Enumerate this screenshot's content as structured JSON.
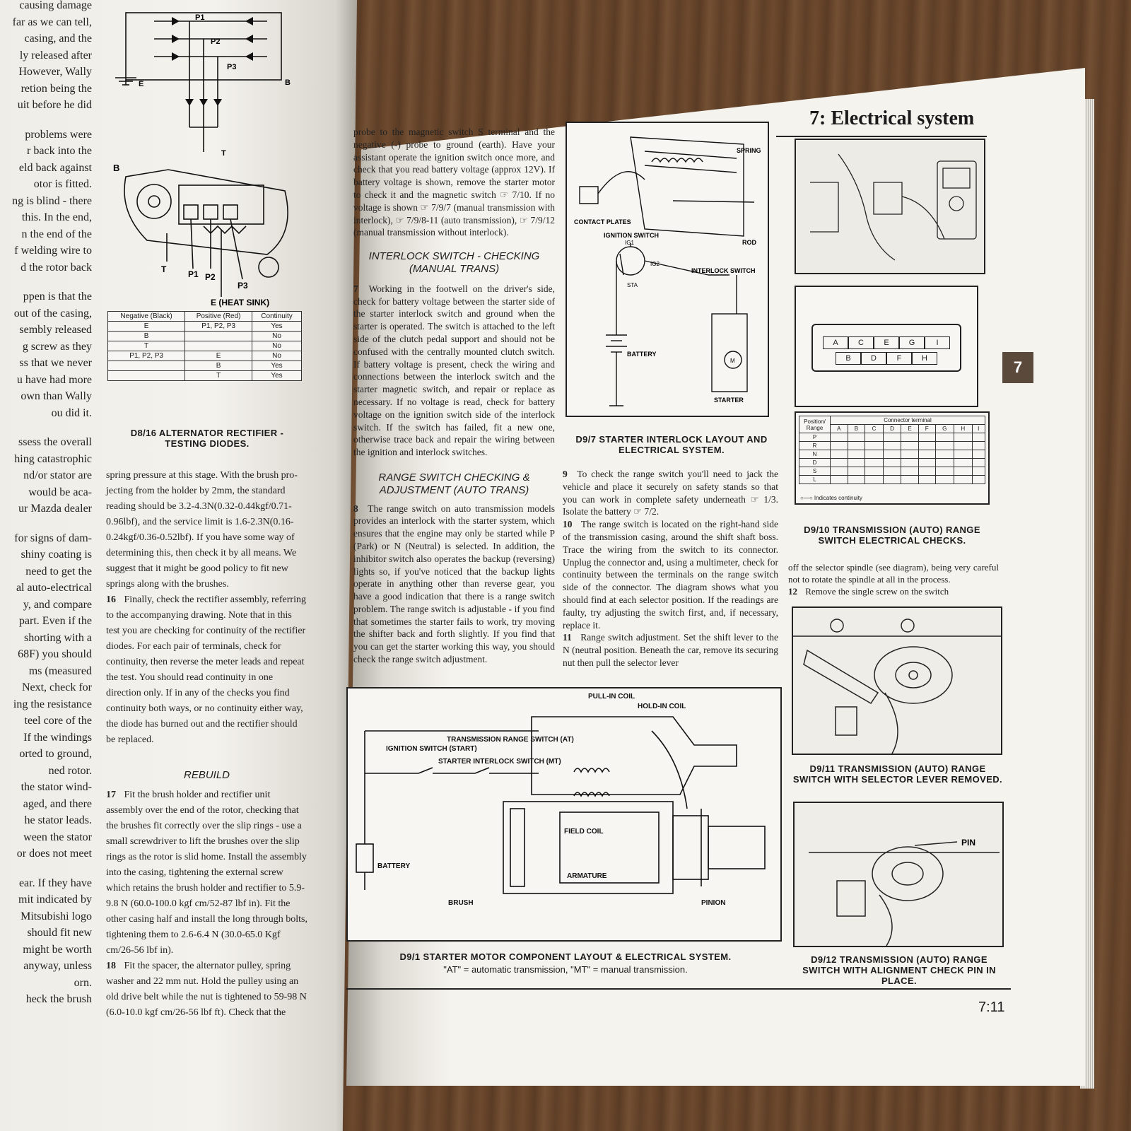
{
  "header": {
    "chapter_title": "7: Electrical system",
    "tab_number": "7",
    "page_number": "7:11"
  },
  "left_page": {
    "edge_column": [
      "causing damage",
      "far as we can tell,",
      "casing, and the",
      "ly released after",
      "However, Wally",
      "retion being the",
      "uit before he did",
      "problems were",
      "r back into the",
      "eld back against",
      "otor is fitted.",
      "ng is blind - there",
      "this. In the end,",
      "n the end of the",
      "f welding wire to",
      "d the rotor back",
      "ppen is that the",
      "out of the casing,",
      "sembly released",
      "g screw as they",
      "ss that we never",
      "u have had more",
      "own than Wally",
      "ou did it.",
      "ssess the overall",
      "hing catastrophic",
      "nd/or stator are",
      "would be aca-",
      "ur Mazda dealer",
      "for signs of dam-",
      "shiny coating is",
      "need to get the",
      "al auto-electrical",
      "y, and compare",
      "part. Even if the",
      "shorting with a",
      "68F) you should",
      "ms (measured",
      "Next, check for",
      "ing the resistance",
      "teel core of the",
      "If the windings",
      "orted to ground,",
      "ned rotor.",
      "the stator wind-",
      "aged, and there",
      "he stator leads.",
      "ween the stator",
      "or does not meet",
      "ear. If they have",
      "mit indicated by",
      "Mitsubishi logo",
      "should fit new",
      "might be worth",
      "anyway, unless",
      "orn.",
      "heck the brush"
    ],
    "figure_d8_16": {
      "labels": {
        "p1": "P1",
        "p2": "P2",
        "p3": "P3",
        "b": "B",
        "e": "E",
        "t": "T",
        "heat_sink": "E (HEAT SINK)"
      },
      "table_headers": [
        "Negative (Black)",
        "Positive (Red)",
        "Continuity"
      ],
      "table_rows": [
        [
          "E",
          "P1, P2, P3",
          "Yes"
        ],
        [
          "B",
          "",
          "No"
        ],
        [
          "T",
          "",
          "No"
        ],
        [
          "P1, P2, P3",
          "E",
          "No"
        ],
        [
          "",
          "B",
          "Yes"
        ],
        [
          "",
          "T",
          "Yes"
        ]
      ],
      "caption": "D8/16 Alternator rectifier - testing diodes."
    },
    "main_text": [
      "spring pressure at this stage. With the brush pro-",
      "jecting from the holder by 2mm, the standard",
      "reading should be 3.2-4.3N(0.32-0.44kgf/0.71-",
      "0.96lbf), and the service limit is 1.6-2.3N(0.16-",
      "0.24kgf/0.36-0.52lbf). If you have some way of",
      "determining this, then check it by all means. We",
      "suggest that it might be good policy to fit new",
      "springs along with the brushes."
    ],
    "para16": {
      "num": "16",
      "text": "Finally, check the rectifier assembly, referring to the accompanying drawing. Note that in this test you are checking for continuity of the rectifier diodes. For each pair of terminals, check for continuity, then reverse the meter leads and repeat the test. You should read continuity in one direction only. If in any of the checks you find continuity both ways, or no continuity either way, the diode has burned out and the rectifier should be replaced."
    },
    "rebuild_heading": "REBUILD",
    "para17": {
      "num": "17",
      "text": "Fit the brush holder and rectifier unit assembly over the end of the rotor, checking that the brushes fit correctly over the slip rings - use a small screwdriver to lift the brushes over the slip rings as the rotor is slid home. Install the assembly into the casing, tightening the external screw which retains the brush holder and rectifier to 5.9-9.8 N (60.0-100.0 kgf cm/52-87 lbf in). Fit the other casing half and install the long through bolts, tightening them to 2.6-6.4 N (30.0-65.0 Kgf cm/26-56 lbf in)."
    },
    "para18": {
      "num": "18",
      "text": "Fit the spacer, the alternator pulley, spring washer and 22 mm nut. Hold the pulley using an old drive belt while the nut is tightened to 59-98 N (6.0-10.0 kgf cm/26-56 lbf ft). Check that the"
    }
  },
  "right_page": {
    "col1_top": "probe to the magnetic switch S terminal and the negative (-) probe to ground (earth). Have your assistant operate the ignition switch once more, and check that you read battery voltage (approx 12V). If battery voltage is shown, remove the starter motor to check it and the magnetic switch ☞ 7/10. If no voltage is shown ☞ 7/9/7 (manual transmission with interlock), ☞ 7/9/8-11 (auto transmission), ☞ 7/9/12 (manual transmission without interlock).",
    "heading_interlock": "Interlock switch - checking (manual trans)",
    "para7": {
      "num": "7",
      "text": "Working in the footwell on the driver's side, check for battery voltage between the starter side of the starter interlock switch and ground when the starter is operated. The switch is attached to the left side of the clutch pedal support and should not be confused with the centrally mounted clutch switch. If battery voltage is present, check the wiring and connections between the interlock switch and the starter magnetic switch, and repair or replace as necessary. If no voltage is read, check for battery voltage on the ignition switch side of the interlock switch. If the switch has failed, fit a new one, otherwise trace back and repair the wiring between the ignition and interlock switches."
    },
    "heading_range": "Range switch checking & adjustment (auto trans)",
    "para8": {
      "num": "8",
      "text": "The range switch on auto transmission models provides an interlock with the starter system, which ensures that the engine may only be started while P (Park) or N (Neutral) is selected. In addition, the inhibitor switch also operates the backup (reversing) lights so, if you've noticed that the backup lights operate in anything other than reverse gear, you have a good indication that there is a range switch problem. The range switch is adjustable - if you find that sometimes the starter fails to work, try moving the shifter back and forth slightly. If you find that you can get the starter working this way, you should check the range switch adjustment."
    },
    "figure_d9_7": {
      "labels": {
        "spring": "SPRING",
        "contact_plates": "CONTACT PLATES",
        "rod": "ROD",
        "ignition_switch": "IGNITION SWITCH",
        "ig1": "IG1",
        "ig2": "IG2",
        "sta": "STA",
        "interlock_switch": "INTERLOCK SWITCH",
        "battery": "BATTERY",
        "starter": "STARTER",
        "m": "M"
      },
      "caption": "D9/7 Starter interlock layout and electrical system."
    },
    "para9": {
      "num": "9",
      "text": "To check the range switch you'll need to jack the vehicle and place it securely on safety stands so that you can work in complete safety underneath ☞ 1/3. Isolate the battery ☞ 7/2."
    },
    "para10": {
      "num": "10",
      "text": "The range switch is located on the right-hand side of the transmission casing, around the shift shaft boss. Trace the wiring from the switch to its connector. Unplug the connector and, using a multimeter, check for continuity between the terminals on the range switch side of the connector. The diagram shows what you should find at each selector position. If the readings are faulty, try adjusting the switch first, and, if necessary, replace it."
    },
    "para11": {
      "num": "11",
      "text": "Range switch adjustment. Set the shift lever to the N (neutral position. Beneath the car, remove its securing nut then pull the selector lever"
    },
    "figure_d9_10": {
      "connector_top": [
        "A",
        "C",
        "E",
        "G",
        "I"
      ],
      "connector_bottom": [
        "B",
        "D",
        "F",
        "H"
      ],
      "table_head_left": "Position/ Range",
      "table_head_right": "Connector terminal",
      "table_cols": [
        "A",
        "B",
        "C",
        "D",
        "E",
        "F",
        "G",
        "H",
        "I"
      ],
      "table_rows": [
        "P",
        "R",
        "N",
        "D",
        "S",
        "L"
      ],
      "legend": "Indicates continuity",
      "caption": "D9/10 Transmission (auto) range switch electrical checks."
    },
    "col3_text": "off the selector spindle (see diagram), being very careful not to rotate the spindle at all in the process.",
    "para12": {
      "num": "12",
      "text": "Remove the single screw on the switch"
    },
    "figure_d9_11": {
      "caption": "D9/11 Transmission (auto) range switch with selector lever removed."
    },
    "figure_d9_12": {
      "label_pin": "PIN",
      "caption": "D9/12 Transmission (auto) range switch with alignment check pin in place."
    },
    "figure_d9_1": {
      "labels": {
        "pull_in_coil": "PULL-IN COIL",
        "hold_in_coil": "HOLD-IN COIL",
        "ignition_switch": "IGNITION SWITCH (START)",
        "trans_range_switch": "TRANSMISSION RANGE SWITCH (AT)",
        "starter_interlock": "STARTER INTERLOCK SWITCH (MT)",
        "field_coil": "FIELD COIL",
        "armature": "ARMATURE",
        "battery": "BATTERY",
        "brush": "BRUSH",
        "pinion": "PINION"
      },
      "caption": "D9/1 Starter motor component layout & electrical system.",
      "subcaption": "\"AT\" = automatic transmission, \"MT\" = manual transmission."
    }
  },
  "colors": {
    "background_wood": "#6b4a30",
    "paper": "#f3f1ec",
    "ink": "#1a1a1a",
    "tab": "#5b4a3c"
  }
}
